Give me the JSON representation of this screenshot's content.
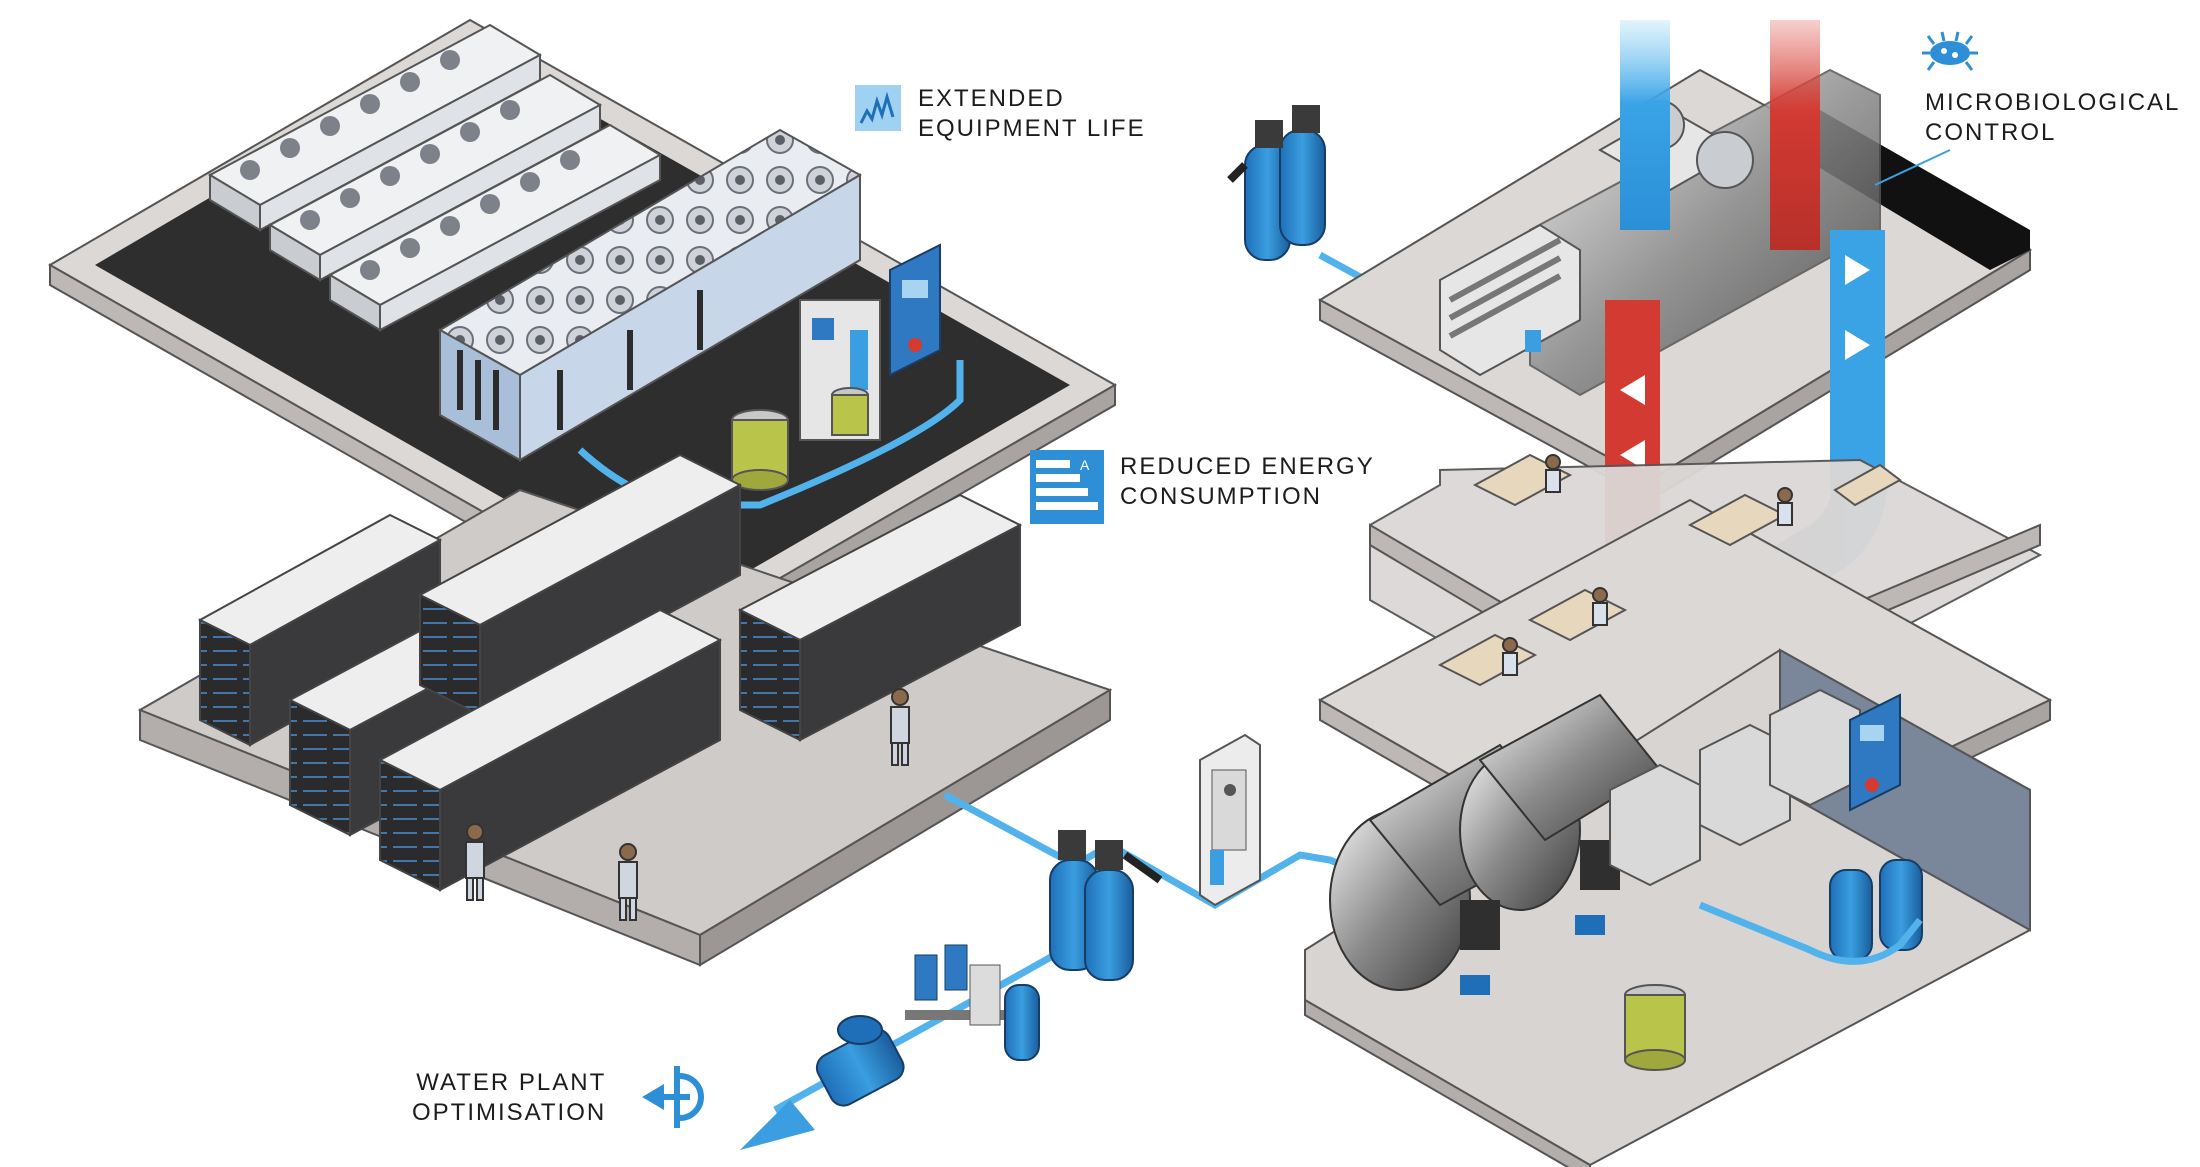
{
  "labels": {
    "extended_life": {
      "line1": "EXTENDED",
      "line2": "EQUIPMENT LIFE"
    },
    "reduced_energy": {
      "line1": "REDUCED ENERGY",
      "line2": "CONSUMPTION"
    },
    "microbio": {
      "line1": "MICROBIOLOGICAL",
      "line2": "CONTROL"
    },
    "water_plant": {
      "line1": "WATER PLANT",
      "line2": "OPTIMISATION"
    },
    "energy_badge": "A"
  },
  "icons": {
    "extended_life": "chart-spike-icon",
    "reduced_energy": "energy-rating-icon",
    "microbio": "microbe-icon",
    "water_plant": "flow-target-icon"
  },
  "colors": {
    "accent_blue": "#3a9ee0",
    "pipe_blue": "#52b3ec",
    "hot_red": "#d23a32",
    "floor_gray": "#c9c5c3",
    "floor_dark": "#2c2c2c",
    "rack_dark": "#2b2b2e",
    "unit_blue_gray": "#a9bfd9",
    "tank_green": "#b9c44a"
  }
}
